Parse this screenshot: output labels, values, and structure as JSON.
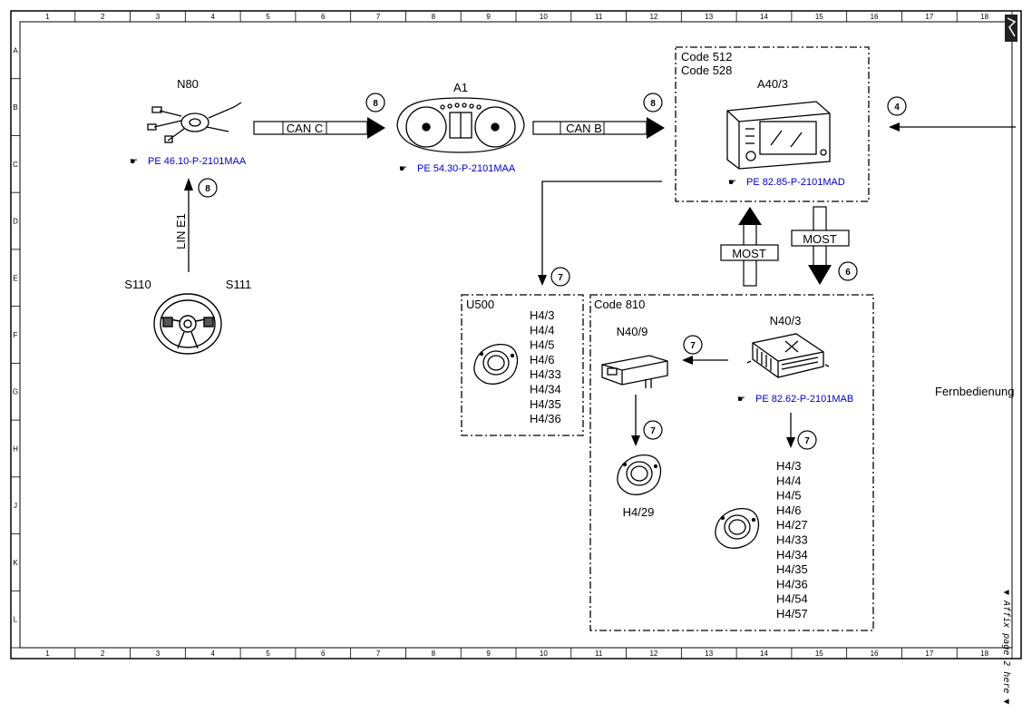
{
  "grid": {
    "columns": [
      "1",
      "2",
      "3",
      "4",
      "5",
      "6",
      "7",
      "8",
      "9",
      "10",
      "11",
      "12",
      "13",
      "14",
      "15",
      "16",
      "17",
      "18"
    ],
    "rows": [
      "A",
      "B",
      "C",
      "D",
      "E",
      "F",
      "G",
      "H",
      "J",
      "K",
      "L"
    ]
  },
  "components": {
    "n80": {
      "label": "N80",
      "ref": "PE 46.10-P-2101MAA"
    },
    "a1": {
      "label": "A1",
      "ref": "PE 54.30-P-2101MAA"
    },
    "a40": {
      "label": "A40/3",
      "code1": "Code 512",
      "code2": "Code 528",
      "ref": "PE 82.85-P-2101MAD"
    },
    "steering": {
      "left": "S110",
      "right": "S111"
    },
    "u500": {
      "label": "U500",
      "items": [
        "H4/3",
        "H4/4",
        "H4/5",
        "H4/6",
        "H4/33",
        "H4/34",
        "H4/35",
        "H4/36"
      ]
    },
    "code810": {
      "label": "Code 810"
    },
    "n40_9": {
      "label": "N40/9"
    },
    "n40_3": {
      "label": "N40/3",
      "ref": "PE 82.62-P-2101MAB"
    },
    "h4_29": {
      "label": "H4/29"
    },
    "n40_3_speakers": {
      "items": [
        "H4/3",
        "H4/4",
        "H4/5",
        "H4/6",
        "H4/27",
        "H4/33",
        "H4/34",
        "H4/35",
        "H4/36",
        "H4/54",
        "H4/57"
      ]
    }
  },
  "buses": {
    "can_c": "CAN C",
    "can_b": "CAN B",
    "lin": "LIN E1",
    "most": "MOST"
  },
  "callouts": {
    "eight": "8",
    "four": "4",
    "seven": "7",
    "six": "6"
  },
  "fernbedienung": "Fernbedienung",
  "affix": "▼ Affix page 2 here ▼"
}
